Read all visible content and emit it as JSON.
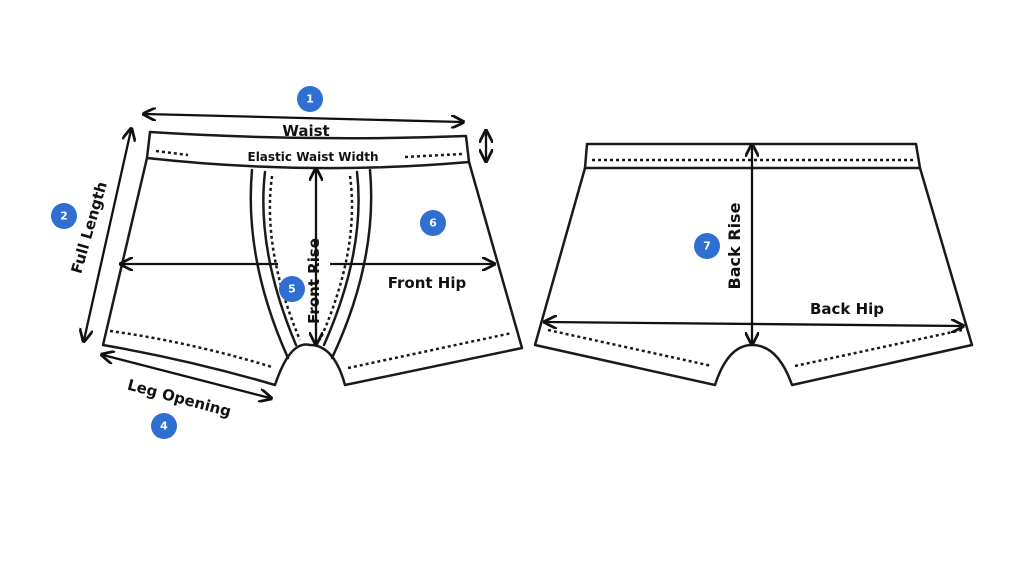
{
  "labels": {
    "waist": "Waist",
    "elastic_waist_width": "Elastic Waist Width",
    "full_length": "Full Length",
    "leg_opening": "Leg Opening",
    "front_rise": "Front Rise",
    "front_hip": "Front Hip",
    "back_rise": "Back Rise",
    "back_hip": "Back Hip"
  },
  "markers": [
    "1",
    "2",
    "4",
    "5",
    "6",
    "7"
  ],
  "colors": {
    "marker": "#2e6fd1",
    "outline": "#1a1a1a",
    "background": "#ffffff"
  }
}
